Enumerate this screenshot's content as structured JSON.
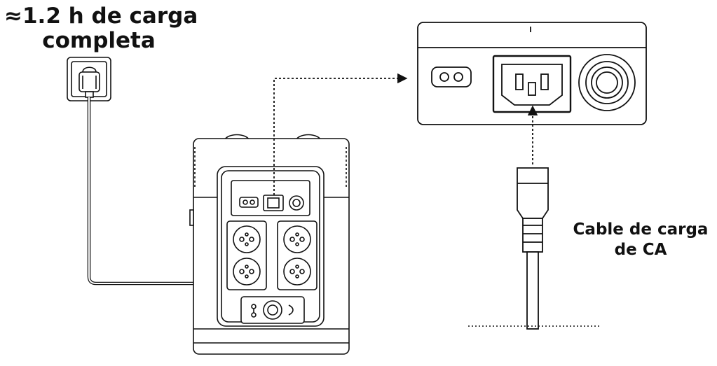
{
  "labels": {
    "charge_time_line1": "≈1.2 h de carga",
    "charge_time_line2": "completa",
    "cable_line1": "Cable de carga",
    "cable_line2": "de CA"
  },
  "colors": {
    "line": "#111111",
    "background": "#ffffff"
  },
  "icons": {
    "wall_outlet": "wall-outlet-icon",
    "plug": "plug-icon",
    "power_station": "power-station-icon",
    "ac_input_panel": "ac-input-panel-icon",
    "iec_connector": "iec-c13-connector-icon"
  }
}
